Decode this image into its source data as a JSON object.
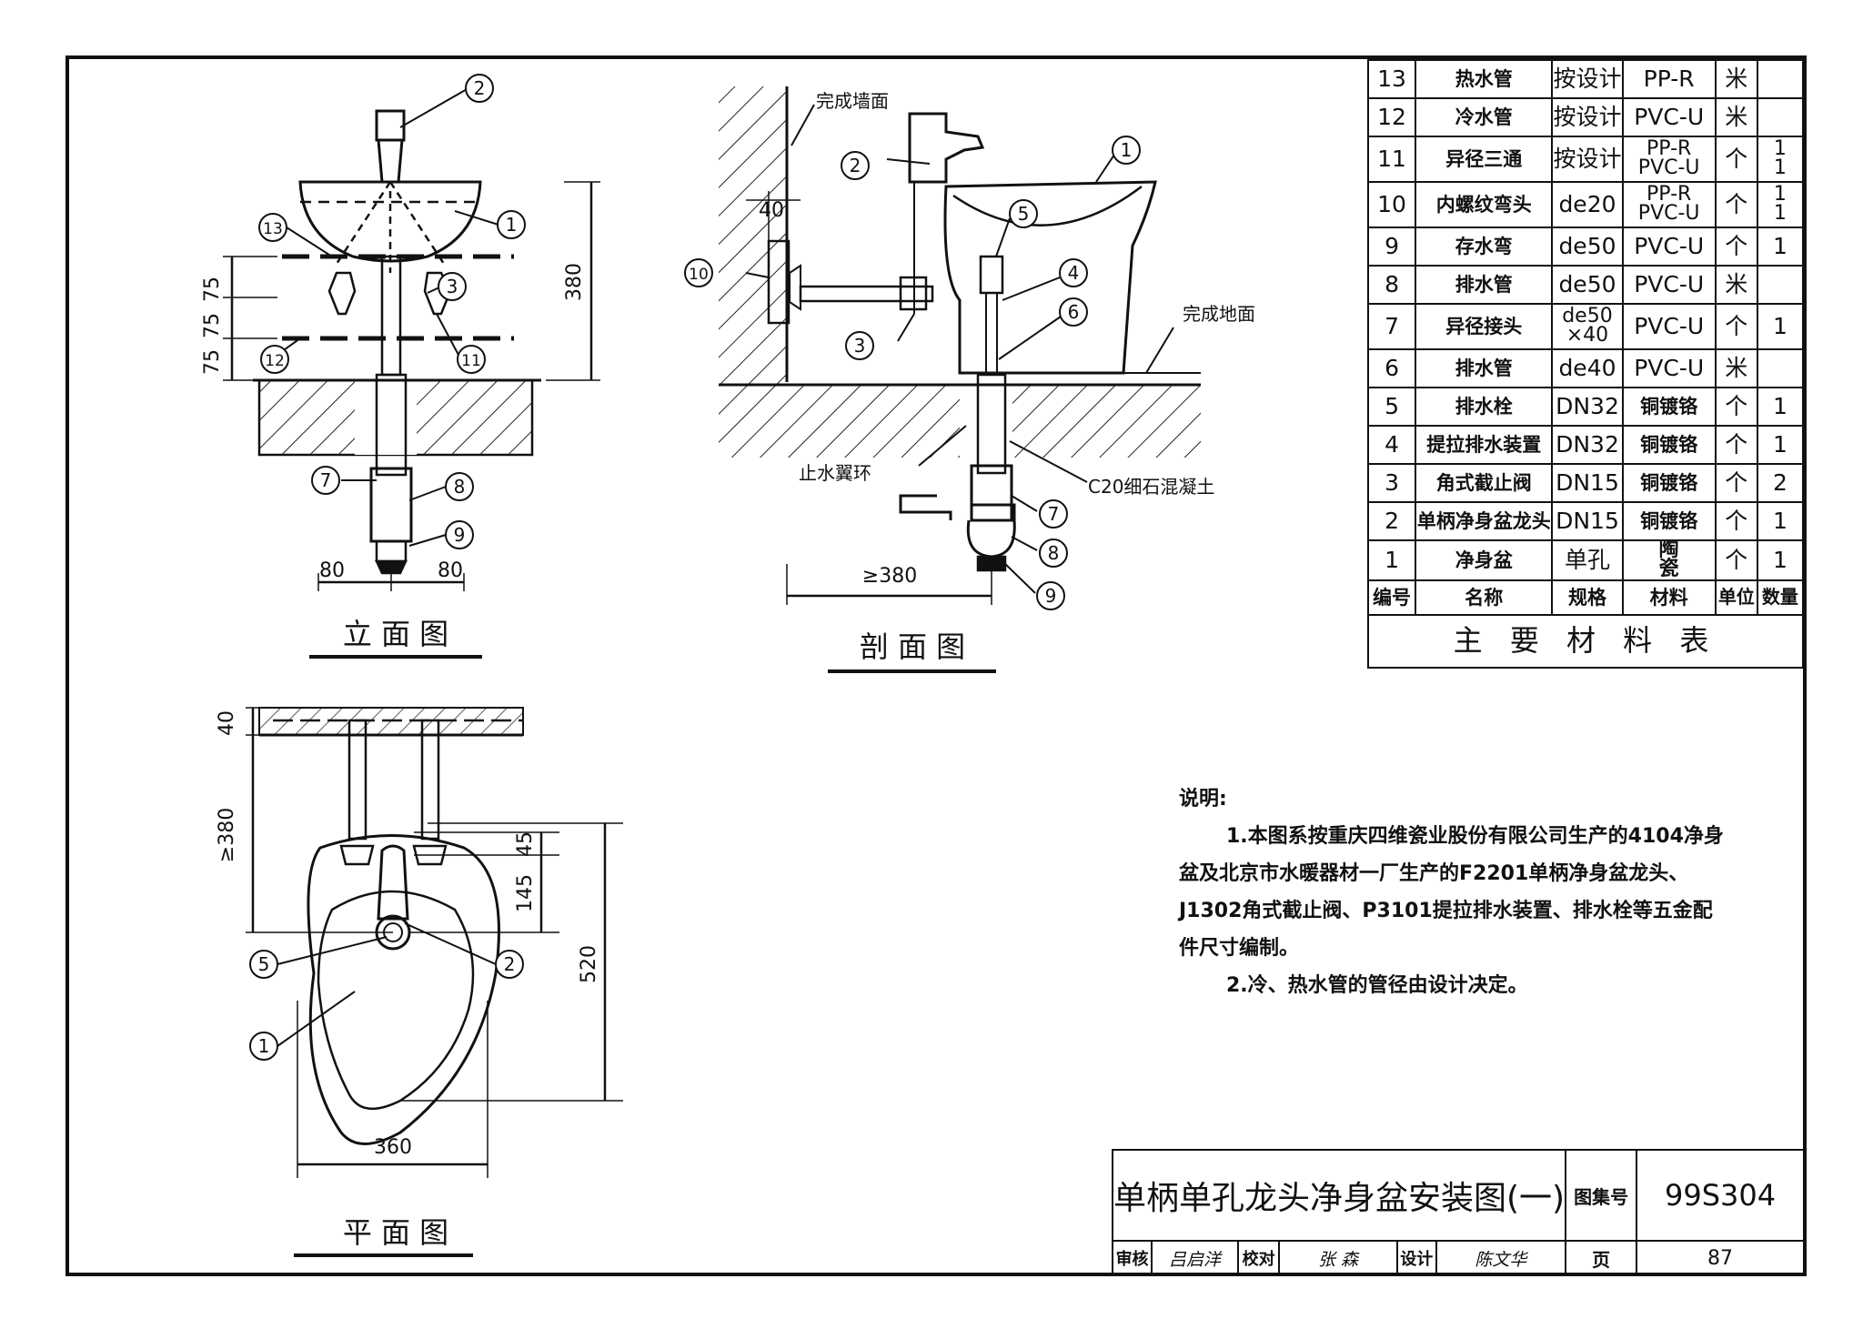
{
  "views": {
    "elevation": {
      "title": "立 面 图",
      "dims": {
        "d75a": "75",
        "d75b": "75",
        "d75c": "75",
        "d380": "380",
        "d80l": "80",
        "d80r": "80"
      },
      "callouts": [
        "1",
        "2",
        "3",
        "7",
        "8",
        "9",
        "11",
        "12",
        "13"
      ]
    },
    "section": {
      "title": "剖 面 图",
      "labels": {
        "wall": "完成墙面",
        "floor": "完成地面",
        "ring": "止水翼环",
        "concrete": "C20细石混凝土"
      },
      "dims": {
        "d40": "40",
        "d380": "≥380"
      },
      "callouts": [
        "1",
        "2",
        "3",
        "4",
        "5",
        "6",
        "7",
        "8",
        "9",
        "10"
      ]
    },
    "plan": {
      "title": "平 面 图",
      "dims": {
        "d40": "40",
        "d380": "≥380",
        "d45": "45",
        "d145": "145",
        "d520": "520",
        "d360": "360"
      },
      "callouts": [
        "1",
        "2",
        "5"
      ]
    }
  },
  "material_table": {
    "caption": "主 要 材 料 表",
    "header": {
      "no": "编号",
      "name": "名称",
      "spec": "规格",
      "material": "材料",
      "unit": "单位",
      "qty": "数量"
    },
    "rows": [
      {
        "no": "13",
        "name": "热水管",
        "spec": "按设计",
        "material": "PP-R",
        "unit": "米",
        "qty": ""
      },
      {
        "no": "12",
        "name": "冷水管",
        "spec": "按设计",
        "material": "PVC-U",
        "unit": "米",
        "qty": ""
      },
      {
        "no": "11",
        "name": "异径三通",
        "spec": "按设计",
        "material": "PP-R PVC-U",
        "unit": "个",
        "qty": "1 1"
      },
      {
        "no": "10",
        "name": "内螺纹弯头",
        "spec": "de20",
        "material": "PP-R PVC-U",
        "unit": "个",
        "qty": "1 1"
      },
      {
        "no": "9",
        "name": "存水弯",
        "spec": "de50",
        "material": "PVC-U",
        "unit": "个",
        "qty": "1"
      },
      {
        "no": "8",
        "name": "排水管",
        "spec": "de50",
        "material": "PVC-U",
        "unit": "米",
        "qty": ""
      },
      {
        "no": "7",
        "name": "异径接头",
        "spec": "de50 ×40",
        "material": "PVC-U",
        "unit": "个",
        "qty": "1"
      },
      {
        "no": "6",
        "name": "排水管",
        "spec": "de40",
        "material": "PVC-U",
        "unit": "米",
        "qty": ""
      },
      {
        "no": "5",
        "name": "排水栓",
        "spec": "DN32",
        "material": "铜镀铬",
        "unit": "个",
        "qty": "1"
      },
      {
        "no": "4",
        "name": "提拉排水装置",
        "spec": "DN32",
        "material": "铜镀铬",
        "unit": "个",
        "qty": "1"
      },
      {
        "no": "3",
        "name": "角式截止阀",
        "spec": "DN15",
        "material": "铜镀铬",
        "unit": "个",
        "qty": "2"
      },
      {
        "no": "2",
        "name": "单柄净身盆龙头",
        "spec": "DN15",
        "material": "铜镀铬",
        "unit": "个",
        "qty": "1"
      },
      {
        "no": "1",
        "name": "净身盆",
        "spec": "单孔",
        "material": "陶 瓷",
        "unit": "个",
        "qty": "1"
      }
    ]
  },
  "notes": {
    "heading": "说明:",
    "lines": [
      "1.本图系按重庆四维瓷业股份有限公司生产的4104净身",
      "盆及北京市水暖器材一厂生产的F2201单柄净身盆龙头、",
      "J1302角式截止阀、P3101提拉排水装置、排水栓等五金配",
      "件尺寸编制。",
      "2.冷、热水管的管径由设计决定。"
    ]
  },
  "title_block": {
    "title": "单柄单孔龙头净身盆安装图(一)",
    "atlas_label": "图集号",
    "atlas_no": "99S304",
    "review_label": "审核",
    "review_sig": "吕启洋",
    "check_label": "校对",
    "check_sig": "张 森",
    "design_label": "设计",
    "design_sig": "陈文华",
    "page_label": "页",
    "page_no": "87"
  }
}
